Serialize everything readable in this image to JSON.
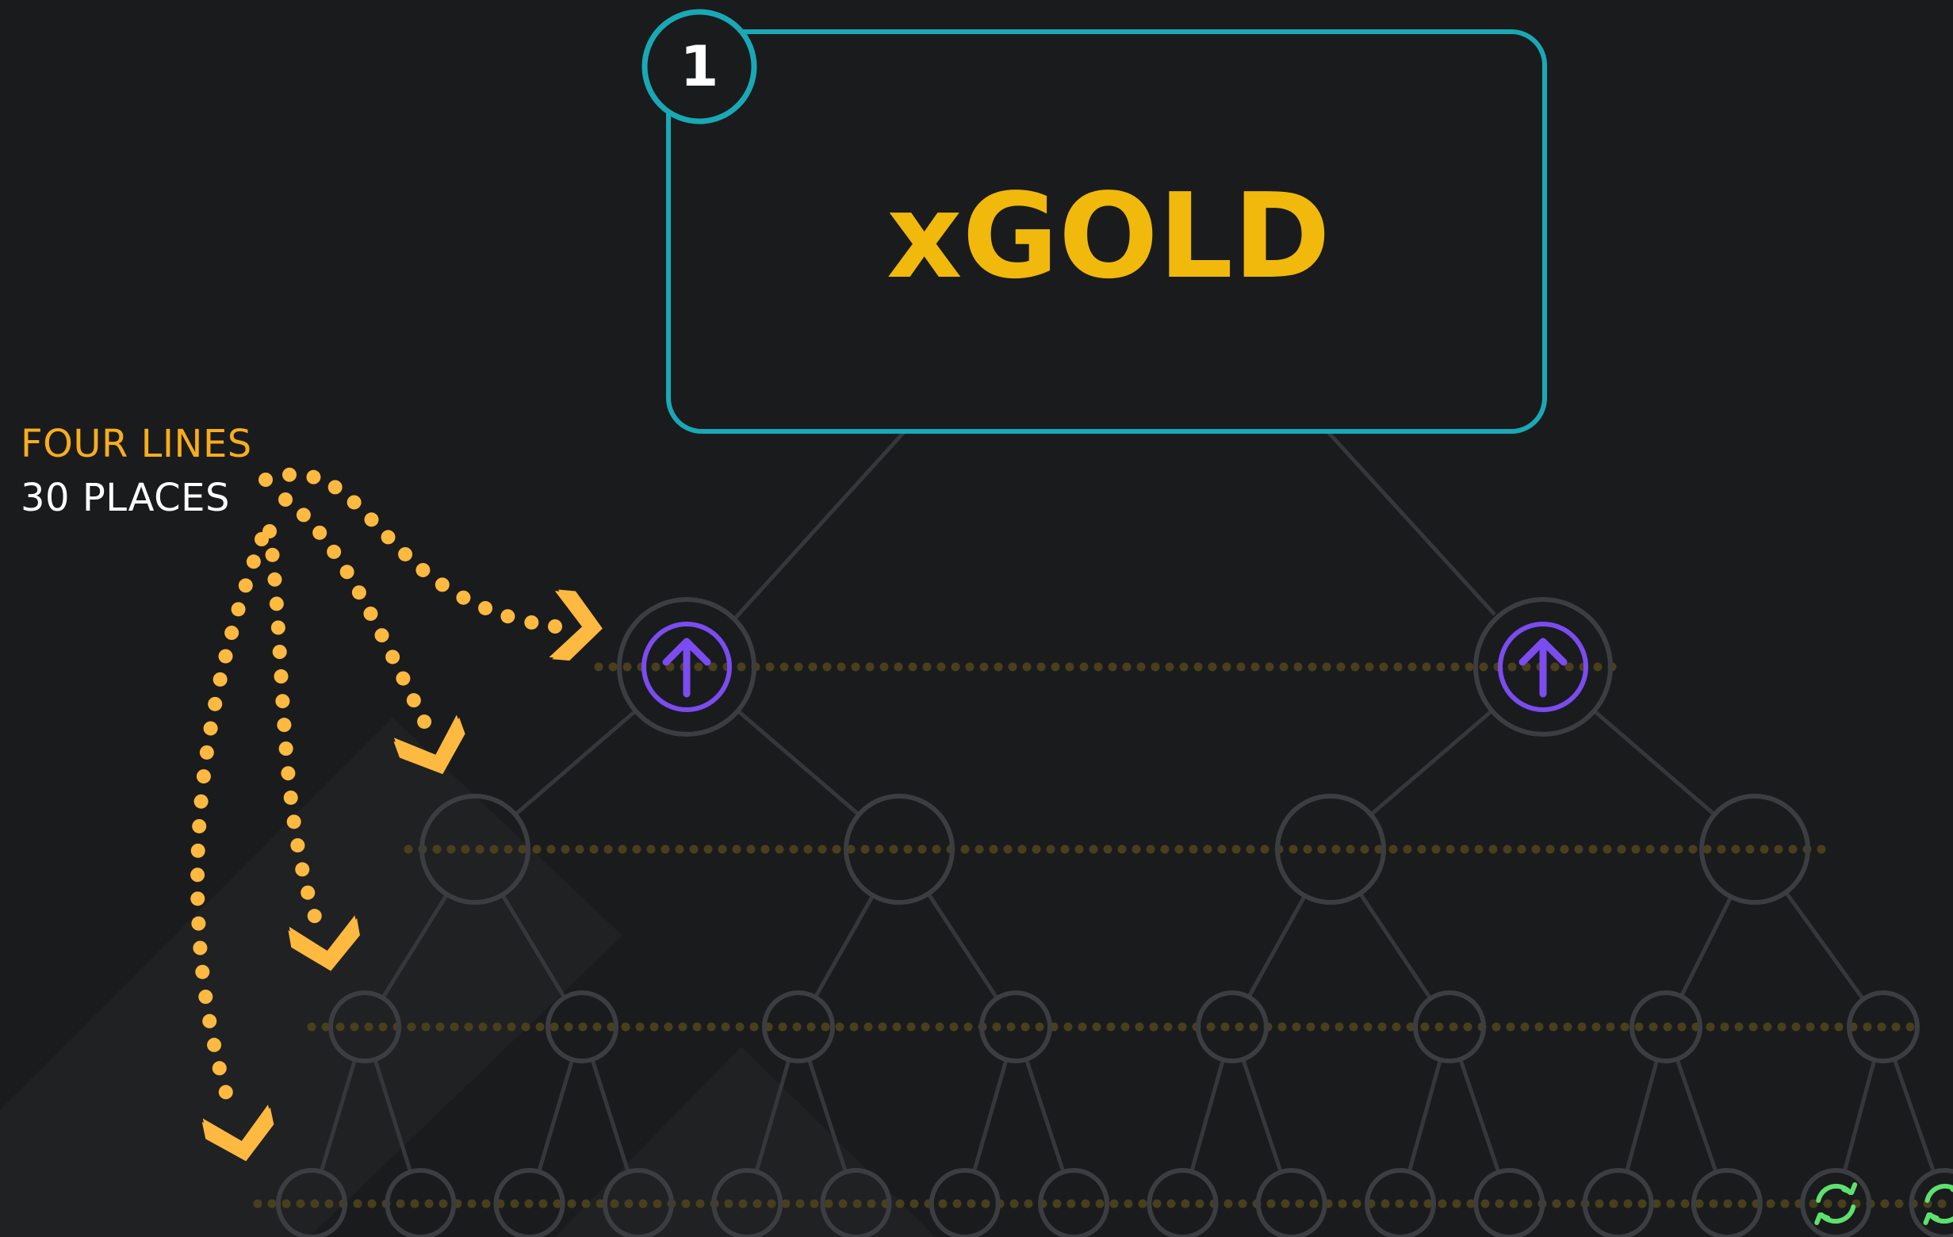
{
  "program": {
    "level_number": "1",
    "name": "xGOLD"
  },
  "caption": {
    "line1": "FOUR LINES",
    "line2": "30 PLACES"
  },
  "matrix": {
    "lines": 4,
    "places": 30,
    "line1_slots": [
      {
        "status": "upgrade",
        "icon": "arrow-up-icon"
      },
      {
        "status": "upgrade",
        "icon": "arrow-up-icon"
      }
    ],
    "line4_recycle_slots": [
      14,
      15
    ]
  },
  "colors": {
    "background": "#1a1b1d",
    "frame": "#19a9b6",
    "brand": "#f0b90b",
    "caption_highlight": "#f7ad1d",
    "arrow": "#fdb940",
    "upgrade": "#7b4cf0",
    "recycle": "#5ee06f",
    "node_stroke": "#3b3d41",
    "line_dots": "#4a3f1c"
  }
}
